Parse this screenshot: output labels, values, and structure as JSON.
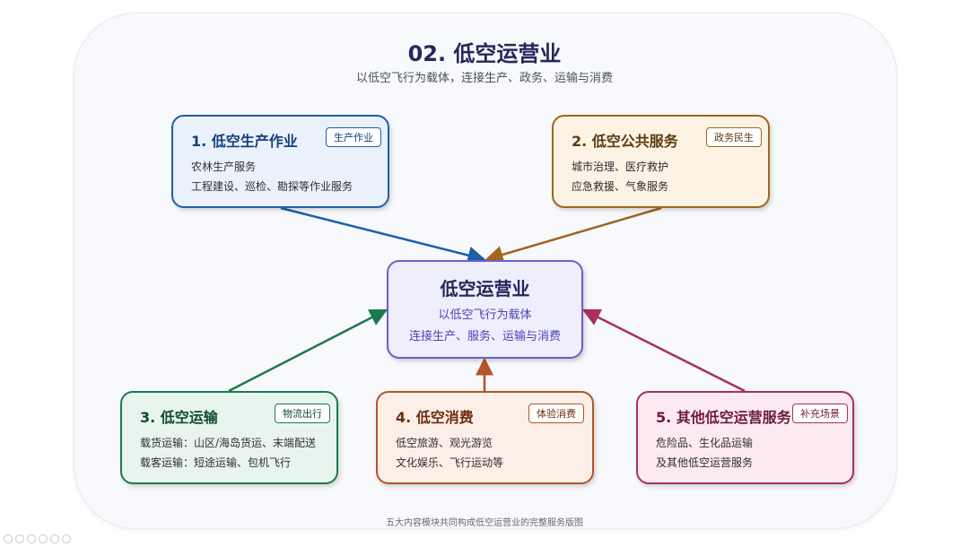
{
  "header": {
    "title": "02. 低空运营业",
    "subtitle": "以低空飞行为载体，连接生产、政务、运输与消费"
  },
  "center": {
    "title": "低空运营业",
    "line1": "以低空飞行为载体",
    "line2": "连接生产、服务、运输与消费"
  },
  "cards": [
    {
      "title": "1. 低空生产作业",
      "tag": "生产作业",
      "lines": [
        "农林生产服务",
        "工程建设、巡检、勘探等作业服务"
      ]
    },
    {
      "title": "2. 低空公共服务",
      "tag": "政务民生",
      "lines": [
        "城市治理、医疗救护",
        "应急救援、气象服务"
      ]
    },
    {
      "title": "3. 低空运输",
      "tag": "物流出行",
      "lines": [
        "载货运输：山区/海岛货运、末端配送",
        "载客运输：短途运输、包机飞行"
      ]
    },
    {
      "title": "4. 低空消费",
      "tag": "体验消费",
      "lines": [
        "低空旅游、观光游览",
        "文化娱乐、飞行运动等"
      ]
    },
    {
      "title": "5. 其他低空运营服务",
      "tag": "补充场景",
      "lines": [
        "危险品、生化品运输",
        "及其他低空运营服务"
      ]
    }
  ],
  "caption": "五大内容模块共同构成低空运营业的完整服务版图",
  "colors": {
    "card1": "#1f5fa8",
    "card2": "#a0661c",
    "card3": "#1d7a4f",
    "card4": "#b3542a",
    "card5": "#a8305f",
    "center": "#6c5fc9"
  }
}
